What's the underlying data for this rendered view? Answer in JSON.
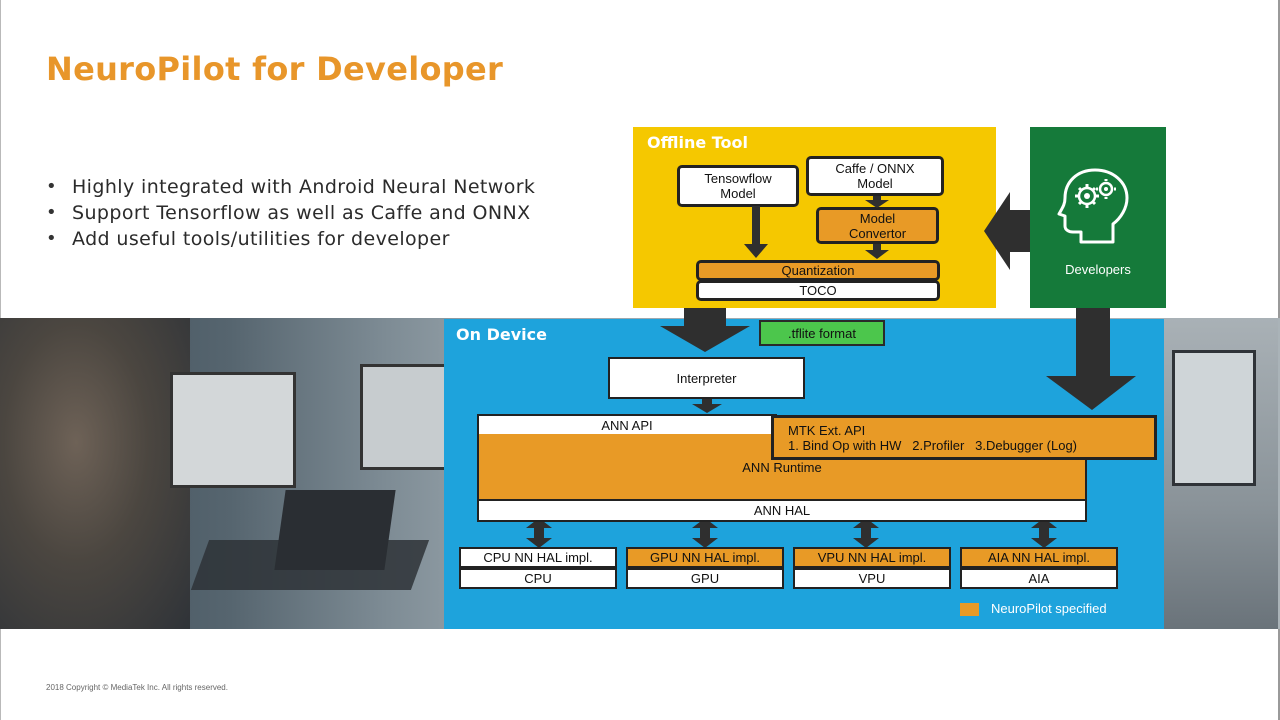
{
  "slide": {
    "title": "NeuroPilot for Developer",
    "bullets": [
      "Highly integrated with Android Neural Network",
      "Support Tensorflow as well as Caffe and ONNX",
      "Add useful tools/utilities for developer"
    ],
    "copyright": "2018 Copyright © MediaTek Inc. All rights reserved."
  },
  "offline_tool": {
    "title": "Offline Tool",
    "tensorflow_model": [
      "Tensowflow",
      "Model"
    ],
    "caffe_onnx_model": [
      "Caffe / ONNX",
      "Model"
    ],
    "model_convertor": [
      "Model",
      "Convertor"
    ],
    "quantization": "Quantization",
    "toco": "TOCO"
  },
  "developers": {
    "label": "Developers",
    "icon": "head-with-gears-icon"
  },
  "on_device": {
    "title": "On Device",
    "tflite_format": ".tflite format",
    "interpreter": "Interpreter",
    "ann_api": "ANN API",
    "mtk_ext_api": {
      "title": "MTK Ext. API",
      "items": "1. Bind Op with HW   2.Profiler   3.Debugger (Log)"
    },
    "ann_runtime": "ANN Runtime",
    "ann_hal": "ANN HAL",
    "hal_impls": [
      {
        "impl": "CPU NN HAL impl.",
        "unit": "CPU",
        "neuropilot": false
      },
      {
        "impl": "GPU NN HAL impl.",
        "unit": "GPU",
        "neuropilot": true
      },
      {
        "impl": "VPU NN HAL impl.",
        "unit": "VPU",
        "neuropilot": true
      },
      {
        "impl": "AIA NN HAL impl.",
        "unit": "AIA",
        "neuropilot": true
      }
    ],
    "legend": "NeuroPilot specified"
  },
  "colors": {
    "title_orange": "#e8962a",
    "offline_yellow": "#f5c800",
    "developers_green": "#157a3a",
    "on_device_blue": "#1ea3dc",
    "neuropilot_orange": "#e89a26",
    "tflite_green": "#4cc64c"
  }
}
